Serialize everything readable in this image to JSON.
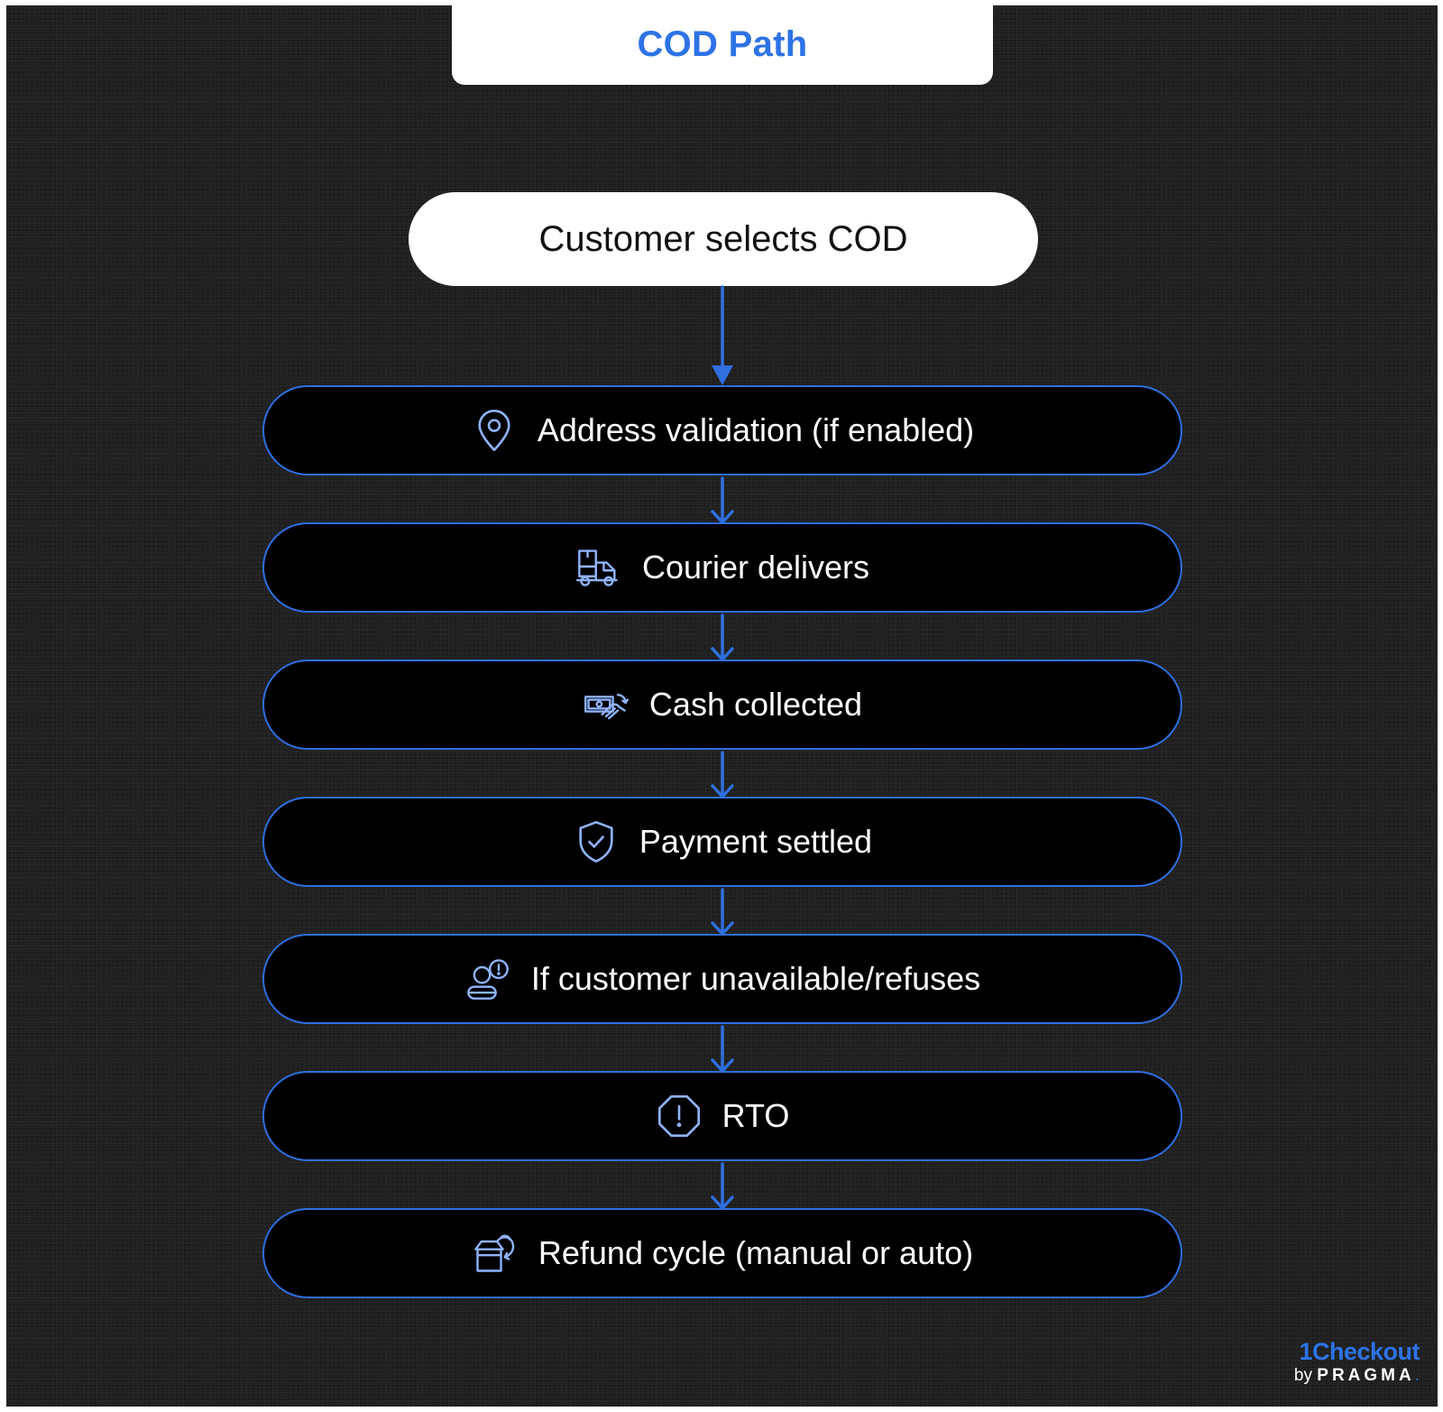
{
  "title": "COD Path",
  "start": "Customer selects COD",
  "steps": [
    {
      "label": "Address validation (if enabled)",
      "icon": "location-pin-icon"
    },
    {
      "label": "Courier delivers",
      "icon": "delivery-truck-icon"
    },
    {
      "label": "Cash collected",
      "icon": "cash-hand-icon"
    },
    {
      "label": "Payment settled",
      "icon": "shield-check-icon"
    },
    {
      "label": "If customer unavailable/refuses",
      "icon": "customer-alert-icon"
    },
    {
      "label": "RTO",
      "icon": "octagon-alert-icon"
    },
    {
      "label": "Refund cycle (manual or auto)",
      "icon": "box-return-icon"
    }
  ],
  "brand": {
    "name": "1Checkout",
    "by": "by",
    "company": "PRAGMA",
    "dot": "."
  },
  "colors": {
    "accent": "#2d73e6",
    "border": "#2f6fe0",
    "background": "#1e1e1e",
    "pill": "#000000"
  }
}
